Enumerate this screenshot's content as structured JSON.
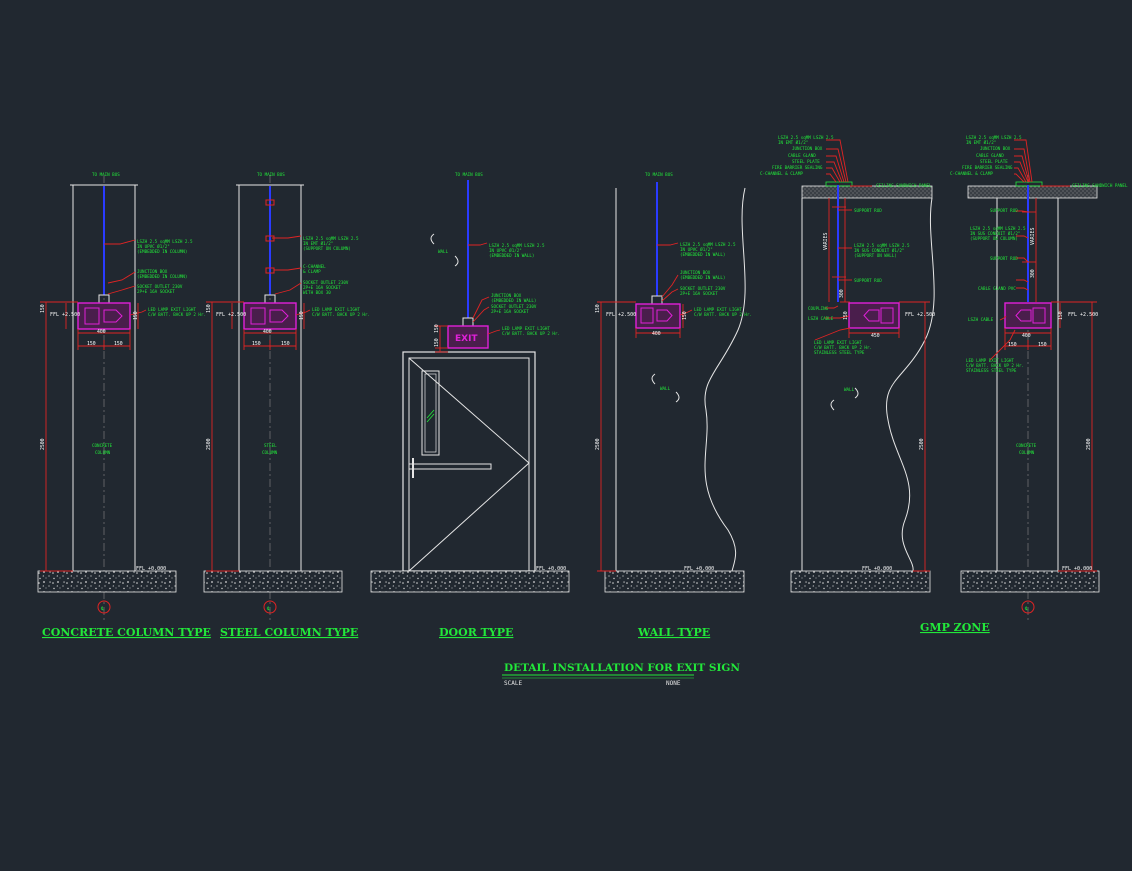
{
  "drawing": {
    "main_title": "DETAIL INSTALLATION FOR EXIT SIGN",
    "scale_label": "SCALE",
    "scale_value": "NONE"
  },
  "panels": [
    {
      "title": "CONCRETE COLUMN TYPE",
      "top_note": "TO MAIN BUS",
      "column_label_1": "CONCRETE",
      "column_label_2": "COLUMN",
      "ffl_top": "FFL +2.500",
      "ffl_bottom": "FFL +0.000",
      "dim_width": "400",
      "dim_left": "150",
      "dim_right": "150",
      "dim_height": "2500",
      "dim_sign": "150",
      "dim_sign_right": "150",
      "notes": [
        "LSZH 2.5 sqMM LSZH 2.5",
        "IN UPVC Ø1/2\"",
        "(EMBEDDED IN COLUMN)",
        "JUNCTION BOX",
        "(EMBEDDED IN COLUMN)",
        "SOCKET OUTLET 230V",
        "2P+E 16A SOCKET",
        "LED LAMP EXIT LIGHT",
        "C/W BATT. BACK UP 2 Hr."
      ]
    },
    {
      "title": "STEEL COLUMN TYPE",
      "top_note": "TO MAIN BUS",
      "column_label_1": "STEEL",
      "column_label_2": "COLUMN",
      "ffl_top": "FFL +2.500",
      "dim_width": "400",
      "dim_left": "150",
      "dim_right": "150",
      "dim_height": "2500",
      "dim_sign": "150",
      "dim_sign_right": "150",
      "notes": [
        "LSZH 2.5 sqMM LSZH 2.5",
        "IN EMT Ø1/2\"",
        "(SUPPORT ON COLUMN)",
        "C-CHANNEL",
        "& CLAMP",
        "SOCKET OUTLET 230V",
        "2P+E 16A SOCKET",
        "WITH BOX 30",
        "LED LAMP EXIT LIGHT",
        "C/W BATT. BACK UP 2 Hr."
      ]
    },
    {
      "title": "DOOR TYPE",
      "top_note": "TO MAIN BUS",
      "wall_label": "WALL",
      "ffl_bottom": "FFL +0.000",
      "sign_text": "EXIT",
      "dim_sign": "150",
      "dim_sign_2": "150",
      "notes": [
        "LSZH 2.5 sqMM LSZH 2.5",
        "IN UPVC Ø1/2\"",
        "(EMBEDDED IN WALL)",
        "JUNCTION BOX",
        "(EMBEDDED IN WALL)",
        "SOCKET OUTLET 230V",
        "2P+E 16A SOCKET",
        "LED LAMP EXIT LIGHT",
        "C/W BATT. BACK UP 2 Hr."
      ]
    },
    {
      "title": "WALL TYPE",
      "top_note": "TO MAIN BUS",
      "wall_label": "WALL",
      "ffl_top": "FFL +2.500",
      "ffl_bottom": "FFL +0.000",
      "dim_width": "400",
      "dim_height": "2500",
      "dim_sign": "150",
      "dim_sign_right": "150",
      "notes": [
        "LSZH 2.5 sqMM LSZH 2.5",
        "IN UPVC Ø1/2\"",
        "(EMBEDDED IN WALL)",
        "JUNCTION BOX",
        "(EMBEDDED IN WALL)",
        "SOCKET OUTLET 230V",
        "2P+E 16A SOCKET",
        "LED LAMP EXIT LIGHT",
        "C/W BATT. BACK UP 2 Hr."
      ]
    },
    {
      "title": "GMP ZONE",
      "ceiling_note": "CEILING SANDWICH PANEL",
      "wall_label": "WALL",
      "ffl_top": "FFL +2.500",
      "ffl_bottom": "FFL +0.000",
      "dim_width": "450",
      "dim_height": "2500",
      "dim_vary": "VARIES",
      "dim_300": "300",
      "dim_sign": "150",
      "top_notes": [
        "LSZH 2.5 sqMM LSZH 2.5",
        "IN EMT Ø1/2\"",
        "JUNCTION BOX",
        "CABLE GLAND",
        "STEEL PLATE",
        "FIRE BARRIER SEALING",
        "C-CHANNEL & CLAMP"
      ],
      "notes": [
        "SUPPORT ROD",
        "LSZH 2.5 sqMM LSZH 2.5",
        "IN SUS CONDUIT Ø1/2\"",
        "(SUPPORT ON WALL)",
        "SUPPORT ROD",
        "COUPLING",
        "LSZH CABLE",
        "LED LAMP EXIT LIGHT",
        "C/W BATT. BACK UP 2 Hr.",
        "STAINLESS STEEL TYPE"
      ]
    },
    {
      "title": "",
      "ceiling_note": "CEILING SANDWICH PANEL",
      "column_label_1": "CONCRETE",
      "column_label_2": "COLUMN",
      "ffl_top": "FFL +2.500",
      "ffl_bottom": "FFL +0.000",
      "dim_width": "400",
      "dim_left": "150",
      "dim_right": "150",
      "dim_height": "2500",
      "dim_vary": "VARIES",
      "dim_300": "300",
      "dim_sign": "150",
      "top_notes": [
        "LSZH 2.5 sqMM LSZH 2.5",
        "IN EMT Ø1/2\"",
        "JUNCTION BOX",
        "CABLE GLAND",
        "STEEL PLATE",
        "FIRE BARRIER SEALING",
        "C-CHANNEL & CLAMP"
      ],
      "notes": [
        "SUPPORT ROD",
        "LSZH 2.5 sqMM LSZH 2.5",
        "IN SUS CONDUIT Ø1/2\"",
        "(SUPPORT ON COLUMN)",
        "SUPPORT ROD",
        "CABLE GLAND PVC",
        "LSZH CABLE",
        "LED LAMP EXIT LIGHT",
        "C/W BATT. BACK UP 2 Hr.",
        "STAINLESS STEEL TYPE"
      ]
    }
  ],
  "colors": {
    "background": "#212830",
    "linework": "#e6e6e6",
    "annotation": "#22e83a",
    "dimension": "#e02424",
    "conduit": "#2a3bff",
    "sign": "#e020d8"
  }
}
